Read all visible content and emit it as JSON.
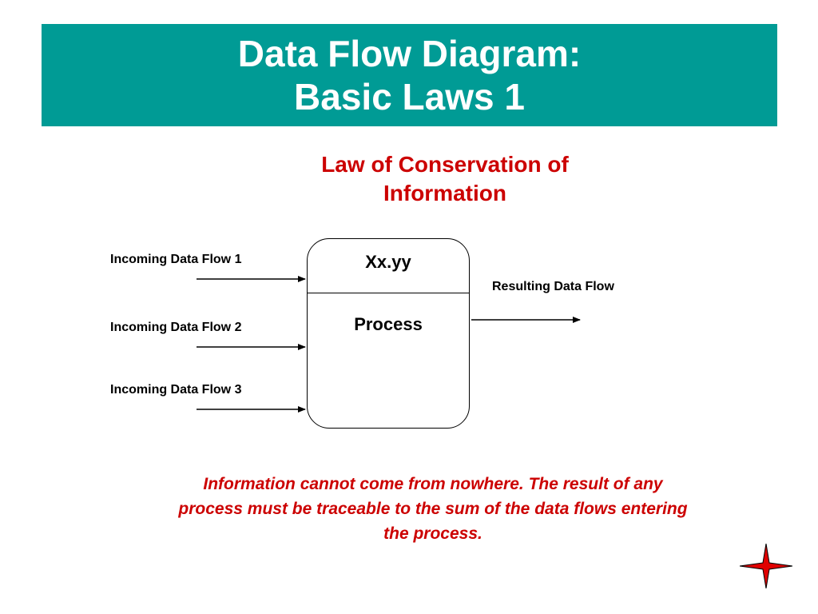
{
  "title": {
    "line1": "Data Flow Diagram:",
    "line2": "Basic Laws 1"
  },
  "subtitle": {
    "line1": "Law of Conservation of",
    "line2": "Information"
  },
  "incoming_flows": [
    {
      "label": "Incoming Data Flow 1"
    },
    {
      "label": "Incoming Data Flow 2"
    },
    {
      "label": "Incoming Data Flow 3"
    }
  ],
  "process": {
    "id": "Xx.yy",
    "name": "Process"
  },
  "outgoing_flow": {
    "label": "Resulting Data Flow"
  },
  "note": "Information cannot come from nowhere.  The result of any process must be traceable to the sum of the data flows entering the process.",
  "colors": {
    "title_bg": "#009b95",
    "accent_red": "#cc0000"
  }
}
